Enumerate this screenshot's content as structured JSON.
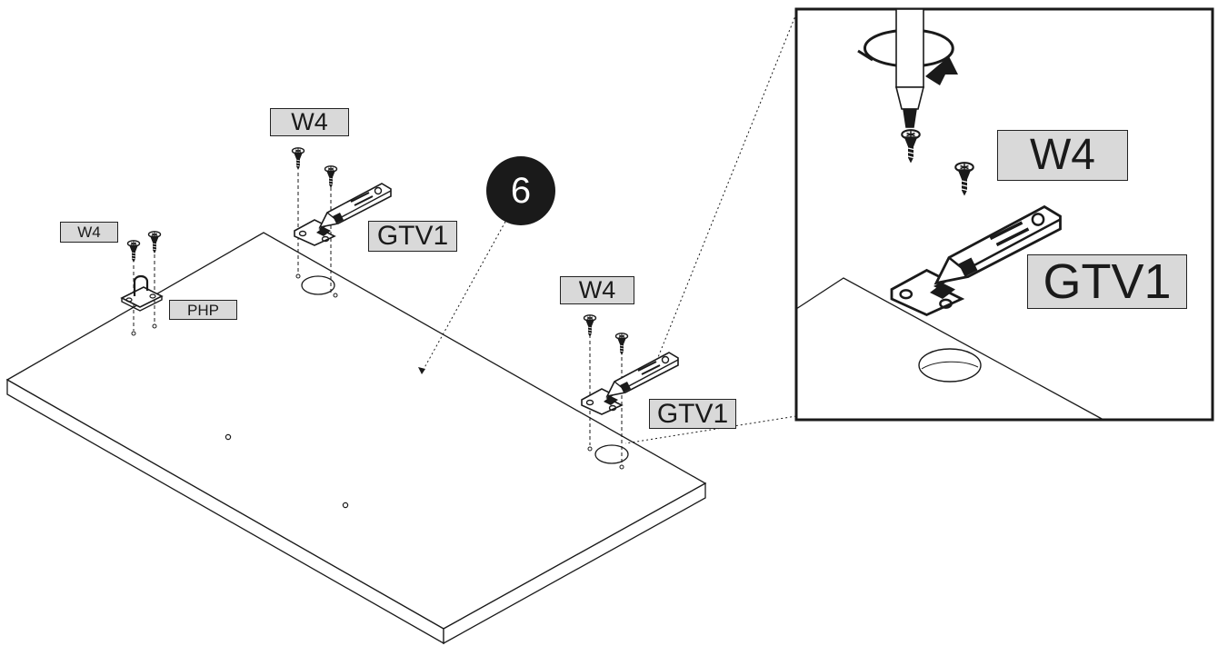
{
  "step_number": "6",
  "labels": {
    "w4_left": "W4",
    "php": "PHP",
    "w4_top": "W4",
    "gtv1_top": "GTV1",
    "w4_right": "W4",
    "gtv1_right": "GTV1",
    "w4_detail": "W4",
    "gtv1_detail": "GTV1"
  },
  "colors": {
    "label_fill": "#d9d9d9",
    "line": "#1a1a1a",
    "badge": "#1a1a1a"
  },
  "icons": [
    "screw-icon",
    "hinge-icon",
    "hinge-plate-icon",
    "screwdriver-icon",
    "rotation-arrow-icon"
  ]
}
